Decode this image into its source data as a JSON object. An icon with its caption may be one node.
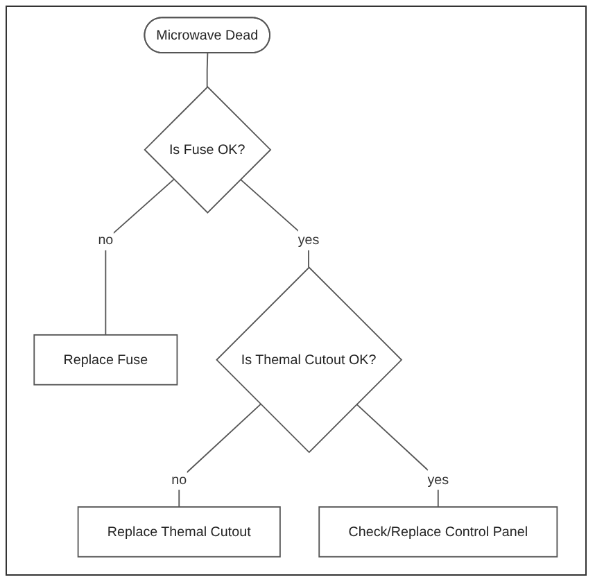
{
  "diagram": {
    "nodes": [
      {
        "text": [
          "Microwave Dead"
        ]
      },
      {
        "text": [
          "Is Fuse OK?"
        ]
      },
      {
        "text": [
          "Replace Fuse"
        ]
      },
      {
        "text": [
          "Is Themal Cutout OK?"
        ]
      },
      {
        "text": [
          "Replace Themal Cutout"
        ]
      },
      {
        "text": [
          "Check/Replace Control Panel"
        ]
      }
    ],
    "edges": [
      {
        "from": 0,
        "to": 1,
        "arrow": "none"
      },
      {
        "from": 1,
        "to": 2,
        "arrow": "none",
        "label": "no"
      },
      {
        "from": 1,
        "to": 3,
        "arrow": "none",
        "label": "yes"
      },
      {
        "from": 3,
        "to": 4,
        "arrow": "none",
        "label": "no"
      },
      {
        "from": 3,
        "to": 5,
        "arrow": "none",
        "label": "yes"
      }
    ]
  }
}
